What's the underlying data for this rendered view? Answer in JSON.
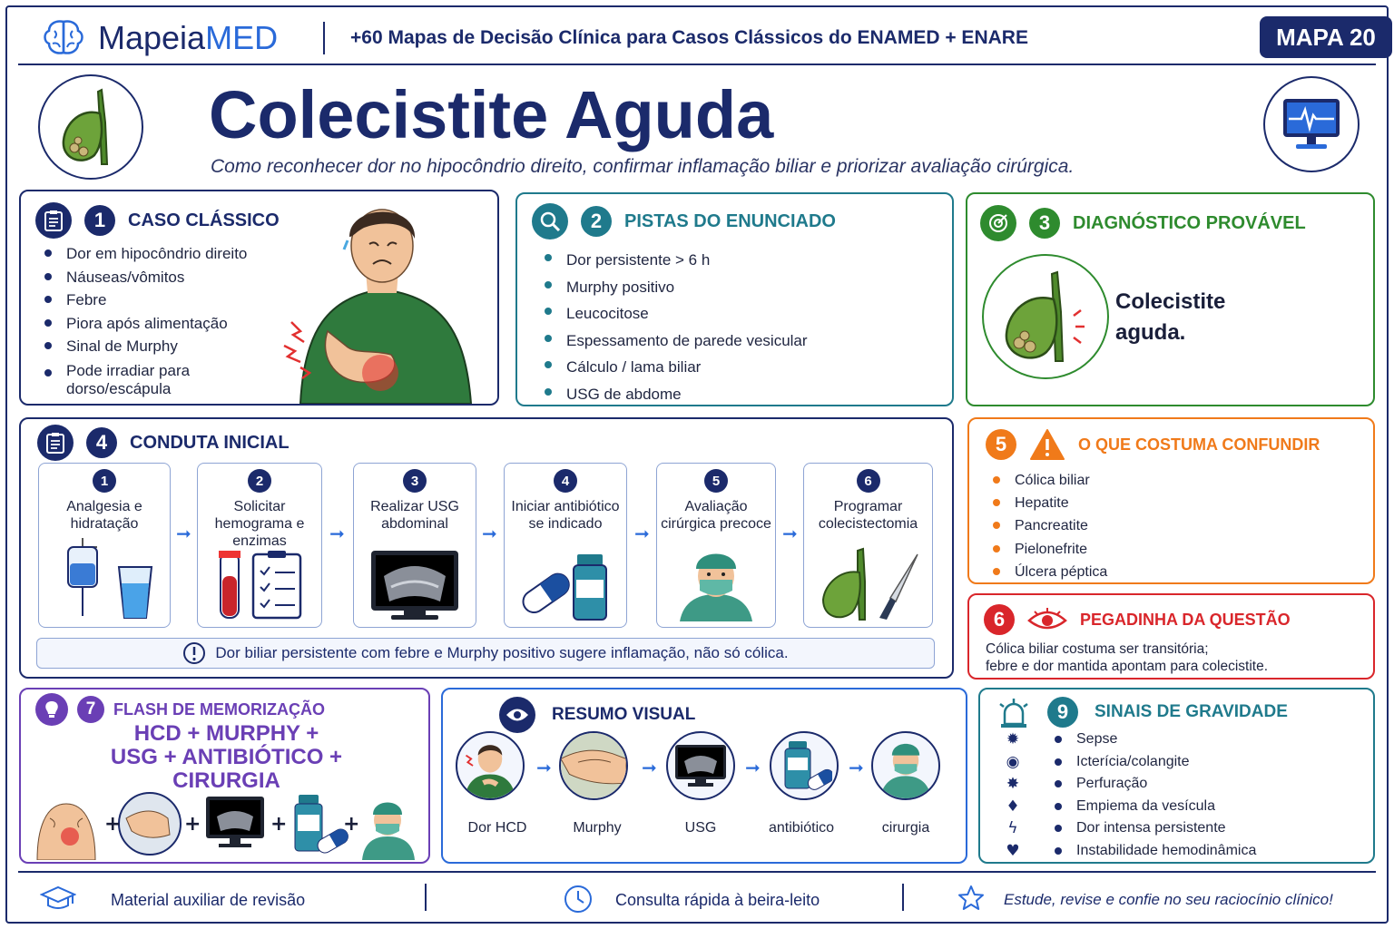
{
  "header": {
    "brand_prefix": "Mapeia",
    "brand_suffix": "MED",
    "subtitle": "+60 Mapas de Decisão Clínica para Casos Clássicos do ENAMED + ENARE",
    "map_badge": "MAPA 20"
  },
  "title": "Colecistite Aguda",
  "tagline": "Como reconhecer dor no hipocôndrio direito, confirmar inflamação biliar e priorizar avaliação cirúrgica.",
  "section1": {
    "number": "1",
    "title": "CASO CLÁSSICO",
    "items": [
      "Dor em hipocôndrio direito",
      "Náuseas/vômitos",
      "Febre",
      "Piora após alimentação",
      "Sinal de Murphy",
      "Pode irradiar para dorso/escápula"
    ]
  },
  "section2": {
    "number": "2",
    "title": "PISTAS DO ENUNCIADO",
    "items": [
      "Dor persistente > 6 h",
      "Murphy positivo",
      "Leucocitose",
      "Espessamento de parede vesicular",
      "Cálculo / lama biliar",
      "USG de abdome"
    ]
  },
  "section3": {
    "number": "3",
    "title": "DIAGNÓSTICO PROVÁVEL",
    "diagnosis_line1": "Colecistite",
    "diagnosis_line2": "aguda."
  },
  "section4": {
    "number": "4",
    "title": "CONDUTA INICIAL",
    "steps": [
      {
        "n": "1",
        "label": "Analgesia e hidratação"
      },
      {
        "n": "2",
        "label": "Solicitar hemograma e enzimas"
      },
      {
        "n": "3",
        "label": "Realizar USG abdominal"
      },
      {
        "n": "4",
        "label": "Iniciar antibiótico se indicado"
      },
      {
        "n": "5",
        "label": "Avaliação cirúrgica precoce"
      },
      {
        "n": "6",
        "label": "Programar colecistectomia"
      }
    ],
    "note": "Dor biliar persistente com febre e Murphy positivo sugere inflamação, não só cólica."
  },
  "section5": {
    "number": "5",
    "title": "O QUE COSTUMA CONFUNDIR",
    "items": [
      "Cólica biliar",
      "Hepatite",
      "Pancreatite",
      "Pielonefrite",
      "Úlcera péptica"
    ]
  },
  "section6": {
    "number": "6",
    "title": "PEGADINHA DA QUESTÃO",
    "line1": "Cólica biliar costuma ser transitória;",
    "line2": "febre e dor mantida apontam para colecistite."
  },
  "section7": {
    "number": "7",
    "title": "FLASH DE MEMORIZAÇÃO",
    "line1": "HCD + MURPHY +",
    "line2": "USG + ANTIBIÓTICO +",
    "line3": "CIRURGIA",
    "plus": "+"
  },
  "section8": {
    "title": "RESUMO VISUAL",
    "labels": [
      "Dor HCD",
      "Murphy",
      "USG",
      "antibiótico",
      "cirurgia"
    ]
  },
  "section9": {
    "number": "9",
    "title": "SINAIS DE GRAVIDADE",
    "items": [
      "Sepse",
      "Icterícia/colangite",
      "Perfuração",
      "Empiema da vesícula",
      "Dor intensa persistente",
      "Instabilidade hemodinâmica"
    ]
  },
  "footer": {
    "left": "Material auxiliar de revisão",
    "middle": "Consulta rápida à beira-leito",
    "right": "Estude, revise e confie no seu raciocínio clínico!"
  },
  "colors": {
    "navy": "#1b2a6b",
    "blue": "#2a6ad9",
    "teal": "#1f7a8c",
    "green": "#2e8b2e",
    "orange": "#f07a1a",
    "red": "#d9262b",
    "purple": "#6a3fb5"
  }
}
